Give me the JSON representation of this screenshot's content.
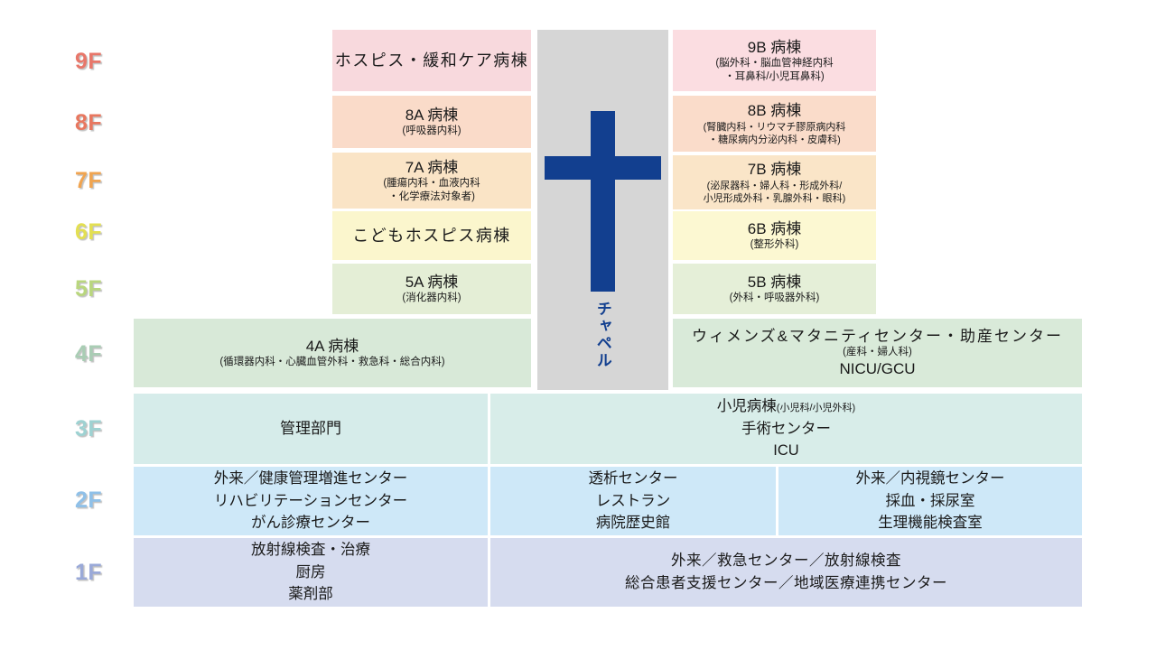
{
  "diagram": {
    "title": "hospital-floor-guide",
    "floors": [
      {
        "id": "9F",
        "label": "9F",
        "color": "#e8776a"
      },
      {
        "id": "8F",
        "label": "8F",
        "color": "#e8775f"
      },
      {
        "id": "7F",
        "label": "7F",
        "color": "#f0a450"
      },
      {
        "id": "6F",
        "label": "6F",
        "color": "#e3df52"
      },
      {
        "id": "5F",
        "label": "5F",
        "color": "#b9d67e"
      },
      {
        "id": "4F",
        "label": "4F",
        "color": "#a9cdb4"
      },
      {
        "id": "3F",
        "label": "3F",
        "color": "#9ed2d2"
      },
      {
        "id": "2F",
        "label": "2F",
        "color": "#8fc0e8"
      },
      {
        "id": "1F",
        "label": "1F",
        "color": "#9aa9d8"
      }
    ],
    "chapel": {
      "label": "チャペル",
      "cross_color": "#123f8f",
      "background": "#d6d6d6"
    },
    "cells": {
      "f9_a": {
        "title": "ホスピス・緩和ケア病棟",
        "sub": "",
        "bg": "#f8d9dd"
      },
      "f9_b": {
        "title": "9B 病棟",
        "sub1": "(脳外科・脳血管神経内科",
        "sub2": "・耳鼻科/小児耳鼻科)",
        "bg": "#fbdde1"
      },
      "f8_a": {
        "title": "8A 病棟",
        "sub1": "(呼吸器内科)",
        "bg": "#fadbc9"
      },
      "f8_b": {
        "title": "8B 病棟",
        "sub1": "(腎臓内科・リウマチ膠原病内科",
        "sub2": "・糖尿病内分泌内科・皮膚科)",
        "bg": "#fadcca"
      },
      "f7_a": {
        "title": "7A 病棟",
        "sub1": "(腫瘍内科・血液内科",
        "sub2": "・化学療法対象者)",
        "bg": "#fae4c6"
      },
      "f7_b": {
        "title": "7B 病棟",
        "sub1": "(泌尿器科・婦人科・形成外科/",
        "sub2": "小児形成外科・乳腺外科・眼科)",
        "bg": "#fae5c8"
      },
      "f6_a": {
        "title": "こどもホスピス病棟",
        "sub": "",
        "bg": "#fbf6cd"
      },
      "f6_b": {
        "title": "6B 病棟",
        "sub1": "(整形外科)",
        "bg": "#fcf8d2"
      },
      "f5_a": {
        "title": "5A 病棟",
        "sub1": "(消化器内科)",
        "bg": "#e4eed6"
      },
      "f5_b": {
        "title": "5B 病棟",
        "sub1": "(外科・呼吸器外科)",
        "bg": "#e5efd8"
      },
      "f4_a": {
        "title": "4A 病棟",
        "sub1": "(循環器内科・心臓血管外科・救急科・総合内科)",
        "bg": "#d8e9d8"
      },
      "f4_b": {
        "title": "ウィメンズ&マタニティセンター・助産センター",
        "sub1": "(産科・婦人科)",
        "line3": "NICU/GCU",
        "bg": "#d9ead9"
      },
      "f3_a": {
        "title": "管理部門",
        "bg": "#d6ecea"
      },
      "f3_b": {
        "title": "小児病棟",
        "title_sub": "(小児科/小児外科)",
        "line2": "手術センター",
        "line3": "ICU",
        "bg": "#d8ede9"
      },
      "f2_a": {
        "line1": "外来／健康管理増進センター",
        "line2": "リハビリテーションセンター",
        "line3": "がん診療センター",
        "bg": "#cee8f8"
      },
      "f2_b": {
        "line1": "透析センター",
        "line2": "レストラン",
        "line3": "病院歴史館",
        "bg": "#cee8f8"
      },
      "f2_c": {
        "line1": "外来／内視鏡センター",
        "line2": "採血・採尿室",
        "line3": "生理機能検査室",
        "bg": "#cee8f8"
      },
      "f1_a": {
        "line1": "放射線検査・治療",
        "line2": "厨房",
        "line3": "薬剤部",
        "bg": "#d6dcef"
      },
      "f1_b": {
        "line1": "外来／救急センター／放射線検査",
        "line2": "総合患者支援センター／地域医療連携センター",
        "bg": "#d6dcef"
      }
    }
  }
}
